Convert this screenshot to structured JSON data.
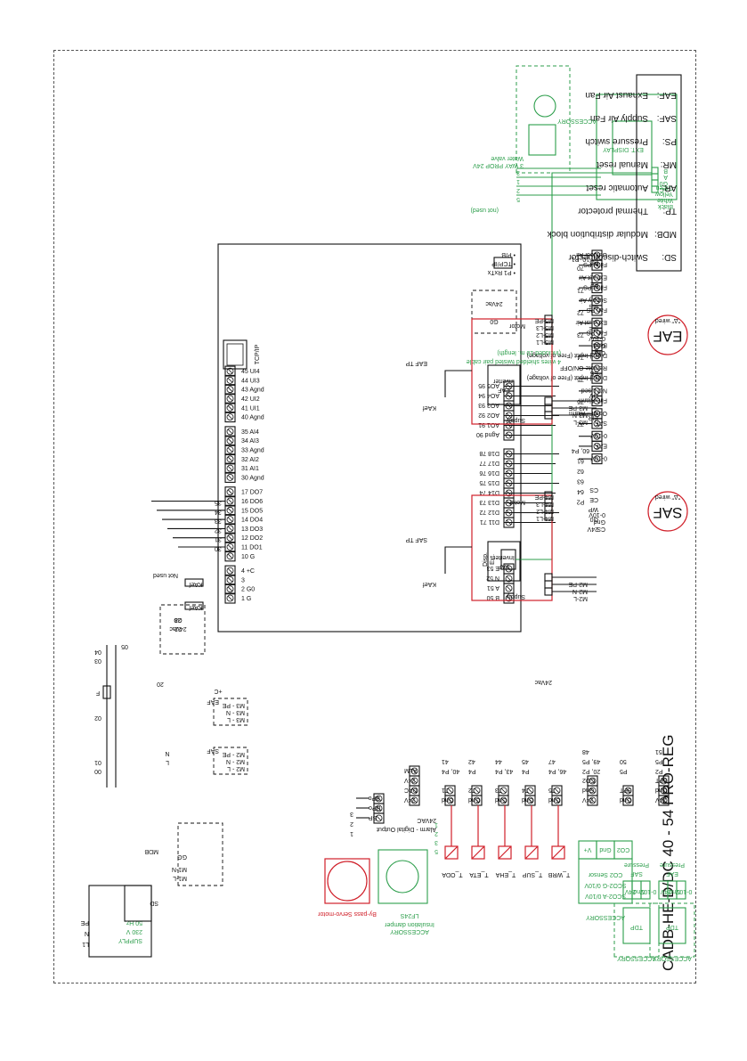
{
  "title": "CADB-HE-D/DC 40 - 54 PRO-REG",
  "supply": {
    "lines": [
      "SUPPLY",
      "230 V",
      "50 Hz."
    ],
    "terms": [
      "L1",
      "N",
      "PE"
    ]
  },
  "switches": {
    "sd": "SD",
    "mdb": "MDB",
    "m1l": "M1-L",
    "m1n": "M1-N",
    "gg": "GG"
  },
  "fuse_labels": {
    "f": "F",
    "n00": "00",
    "n01": "01",
    "n02": "02",
    "n03": "03",
    "n04": "04",
    "n05": "05",
    "n20": "20",
    "c24vac": "24Vac",
    "g0": "G0",
    "l": "L",
    "n": "N",
    "plusc": "+C"
  },
  "tp_boxes": {
    "saf": {
      "rows": [
        "M2 - L",
        "M2 - N",
        "M2 - PE"
      ],
      "name": "SAF"
    },
    "eaf": {
      "rows": [
        "M3 - L",
        "M3 - N",
        "M3 - PE"
      ],
      "name": "EAF"
    }
  },
  "controller": {
    "left_terms": [
      "1 G",
      "2 G0",
      "3",
      "4 +C",
      "10 G",
      "11 DO1",
      "12 DO2",
      "13 DO3",
      "14 DO4",
      "15 DO5",
      "16 DO6",
      "17 DO7",
      "30 Agnd",
      "31 AI1",
      "32 AI2",
      "33 Agnd",
      "34 AI3",
      "35 AI4",
      "40 Agnd",
      "41 UI1",
      "42 UI2",
      "43 Agnd",
      "44 UI3",
      "45 UI4"
    ],
    "right_terms": [
      "B 50",
      "A 51",
      "N 52",
      "E 53",
      "D11 71",
      "D12 72",
      "D13 73",
      "D14 74",
      "D15 75",
      "D16 76",
      "D17 77",
      "D18 78",
      "Agnd 90",
      "AO1 91",
      "AO2 92",
      "AO3 93",
      "AO4 94",
      "AO5 95"
    ],
    "comm": [
      "P1 RxTx",
      "TCP/IP",
      "P/B"
    ],
    "ext_disp": [
      "Ext.",
      "Disp."
    ],
    "tcpip": "TCP/IP",
    "do_wires": [
      "30",
      "31",
      "32",
      "33",
      "34",
      "35"
    ],
    "kaef": "KAef",
    "not_used": "Not used",
    "n22": "22",
    "n23": "23"
  },
  "inputs": [
    {
      "num": "70",
      "term": "FO",
      "label": "Outdoor Air"
    },
    {
      "num": "71",
      "term": "FE",
      "label": "Filter PS"
    },
    {
      "num": "72",
      "term": "MS",
      "label": "Extract Air"
    },
    {
      "num": "73",
      "term": "ME",
      "label": "Filter PS"
    },
    {
      "num": "74",
      "term": "BT",
      "label": "Supply Air"
    },
    {
      "num": "75",
      "term": "ES",
      "label": "Fan PS"
    },
    {
      "num": "76",
      "term": "OV",
      "label": "Exhaust Air"
    },
    {
      "num": "77",
      "term": "FIR",
      "label": "Fan PS"
    }
  ],
  "input_labels": [
    "Outdoor Air",
    "Filter PS",
    "Extract Air",
    "Filter PS",
    "Supply Air",
    "Fan PS",
    "Exhaust Air",
    "Fan PS",
    "Boost",
    "Digital Input (Free of voltage)",
    "Remote ON/OFF",
    "Digital Input (Free of voltage)",
    "Not Used",
    "Fire Alarm",
    "Open = Alarm",
    "SAF",
    "0-10V",
    "EAF",
    "0-10V"
  ],
  "output_terms": [
    "CS",
    "CE",
    "WP",
    "G0",
    "24V"
  ],
  "output_nums": [
    "60, P4",
    "61",
    "62",
    "63",
    "64",
    "P2"
  ],
  "ext_display": {
    "title": "EXT. DISPLAY",
    "pins": [
      "+C",
      "G0",
      "A",
      "B"
    ],
    "wires": [
      "Black",
      "White",
      "Yellow",
      "Green"
    ],
    "cable": "4 wires shielded twisted pair cable",
    "cable2": "(Included 10 m. length)"
  },
  "accessory_valve": {
    "title": "ACCESSORY",
    "lines": [
      "3 WAY PROP 24V",
      "Water valve"
    ],
    "nums": [
      "3",
      "1",
      "2",
      "5"
    ],
    "note": "(not used)"
  },
  "g0_box": {
    "g0": "G0",
    "v": "24Vac"
  },
  "legend": [
    {
      "abbr": "SD:",
      "text": "Switch-disconnector"
    },
    {
      "abbr": "MDB:",
      "text": "Modular distribution block"
    },
    {
      "abbr": "TP:",
      "text": "Thermal protector"
    },
    {
      "abbr": "AR:",
      "text": "Automatic reset"
    },
    {
      "abbr": "MR:",
      "text": "Manual reset"
    },
    {
      "abbr": "PS:",
      "text": "Pressure switch"
    },
    {
      "abbr": "SAF:",
      "text": "Supply Air Fan"
    },
    {
      "abbr": "EAF:",
      "text": "Exhaust Air Fan"
    }
  ],
  "motors": {
    "saf": {
      "name": "SAF",
      "delta": "\"Δ\" wired",
      "tp": "SAF TP",
      "inverter": [
        "SAF",
        "Inverter"
      ],
      "motor": "Motor",
      "supply": "Supply",
      "kaef": "KAef",
      "cs": "CS",
      "gnd": "Gnd",
      "v": "0-10V",
      "terms_m": [
        "M4-L1",
        "M4-L2",
        "M4-L3",
        "M4-PE"
      ],
      "terms_s": [
        "M2-L",
        "M2-N",
        "M2-PE"
      ]
    },
    "eaf": {
      "name": "EAF",
      "delta": "\"Δ\" wired",
      "tp": "EAF TP",
      "inverter": [
        "EAF",
        "Inverter"
      ],
      "motor": "Motor",
      "supply": "Supply",
      "kaef": "KAef",
      "cs": "CE",
      "gnd": "Gnd",
      "v": "0-10V",
      "terms_m": [
        "M5-L1",
        "M5-L2",
        "M5-L3",
        "M5-PE"
      ],
      "terms_s": [
        "M3-L",
        "M3-N",
        "M3-PE"
      ]
    }
  },
  "bypass": {
    "label": "By-pass Servo-motor",
    "terms": [
      "BP",
      "BPo",
      "BPc"
    ],
    "nums": [
      "32",
      "33"
    ],
    "wires": [
      "1",
      "2",
      "3"
    ]
  },
  "damper": {
    "label": "Insulation damper",
    "model": "LF24S",
    "acc": "ACCESSORY",
    "terms": [
      "24V",
      "DAC",
      "24V",
      "ALM"
    ],
    "nums": [
      "21, P3",
      "35",
      "P3",
      "36"
    ],
    "wires": [
      "5",
      "3",
      "2",
      "1"
    ]
  },
  "alarm": {
    "label": "Alarm - Digital Output",
    "v": "24VAC"
  },
  "sensors": [
    {
      "name": "T_ODA",
      "terms": [
        "Gnd",
        "T1"
      ],
      "nums": [
        "40, P4",
        "41"
      ]
    },
    {
      "name": "T_ETA",
      "terms": [
        "Gnd",
        "T2"
      ],
      "nums": [
        "P4",
        "42"
      ]
    },
    {
      "name": "T_EHA",
      "terms": [
        "Gnd",
        "T3"
      ],
      "nums": [
        "43, P4",
        "44"
      ]
    },
    {
      "name": "T_SUP",
      "terms": [
        "Gnd",
        "T4"
      ],
      "nums": [
        "P4",
        "45"
      ]
    },
    {
      "name": "T_WRB",
      "terms": [
        "Gnd",
        "T5"
      ],
      "nums": [
        "46, P4",
        "47"
      ]
    }
  ],
  "co2": {
    "lines": [
      "SCO2-A 0/10V",
      "SCO2-G 0/10V",
      "CO2 Sensor"
    ],
    "acc": "ACCESSORY",
    "terms": [
      "24V",
      "Gnd",
      "CO2"
    ],
    "nums": [
      "20, P2",
      "49, P5",
      "48"
    ],
    "cells": [
      "V+",
      "Gnd",
      "CO2"
    ]
  },
  "pressure": [
    {
      "name": "SAF",
      "sub": "Pressure",
      "tdp": "TDP",
      "acc": "ACCESSORY",
      "terms": [
        "Gnd",
        "SPT"
      ],
      "nums": [
        "P5",
        "50"
      ],
      "cells": [
        "24V",
        "Gnd",
        "0-10V"
      ]
    },
    {
      "name": "EAF",
      "sub": "Pressure",
      "tdp": "TDP",
      "acc": "ACCESSORY",
      "terms": [
        "24V",
        "Gnd",
        "EPT"
      ],
      "nums": [
        "P2",
        "P5",
        "51"
      ],
      "cells": [
        "24V",
        "Gnd",
        "0-10V"
      ]
    }
  ],
  "p24vac": "24Vac"
}
